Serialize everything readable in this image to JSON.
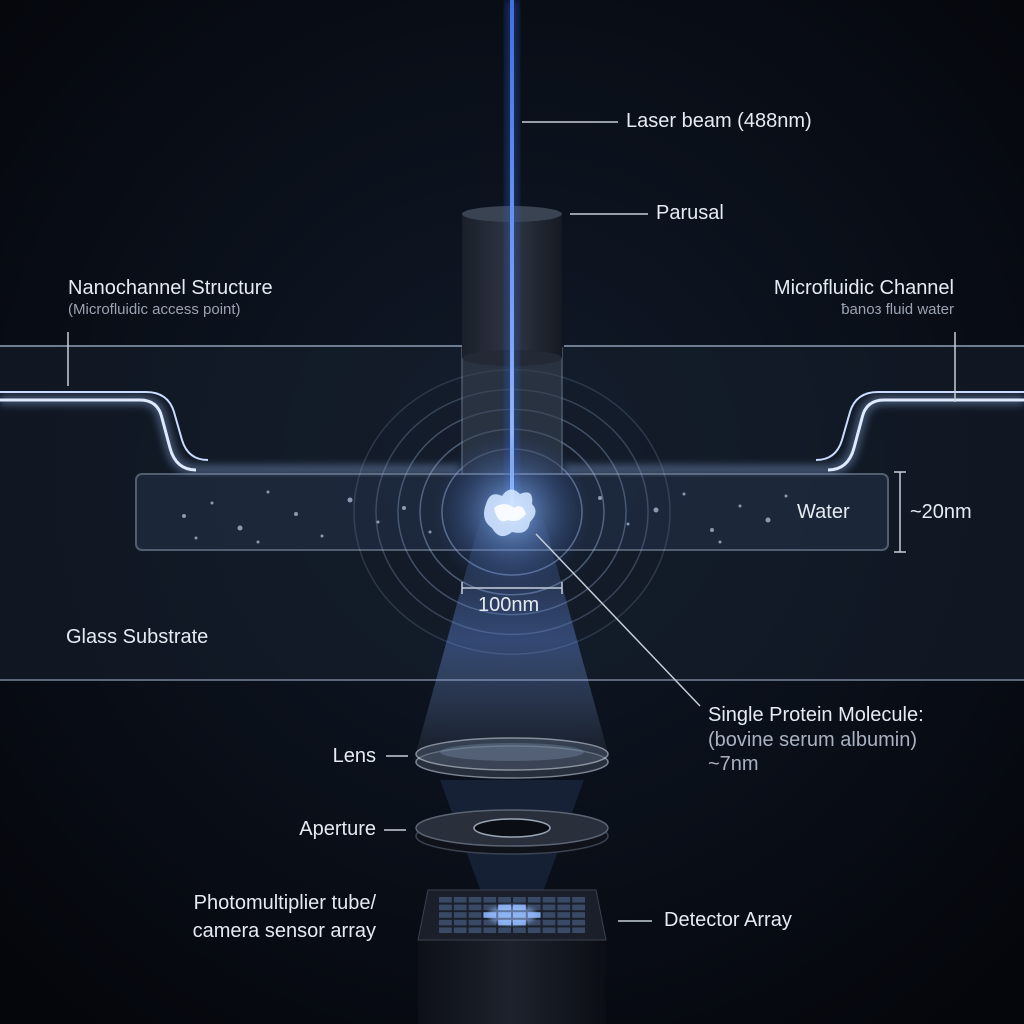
{
  "labels": {
    "laser": "Laser beam (488nm)",
    "parusal": "Parusal",
    "nanochannel_title": "Nanochannel Structure",
    "nanochannel_sub": "(Microfluidic access point)",
    "microfluidic_title": "Microfluidic Channel",
    "microfluidic_sub": "ƀanoз fluid water",
    "water": "Water",
    "depth": "~20nm",
    "width": "100nm",
    "substrate": "Glass Substrate",
    "molecule_line1": "Single Protein Molecule:",
    "molecule_line2": "(bovine serum albumin)",
    "molecule_line3": "~7nm",
    "lens": "Lens",
    "aperture": "Aperture",
    "detector_left_line1": "Photomultiplier tube/",
    "detector_left_line2": "camera sensor array",
    "detector_right": "Detector Array"
  },
  "colors": {
    "background": "#06090f",
    "beam": "#4f86ff",
    "glow": "#bcd8ff",
    "text": "#e6ebf3",
    "subtext": "#9aa3b2"
  }
}
